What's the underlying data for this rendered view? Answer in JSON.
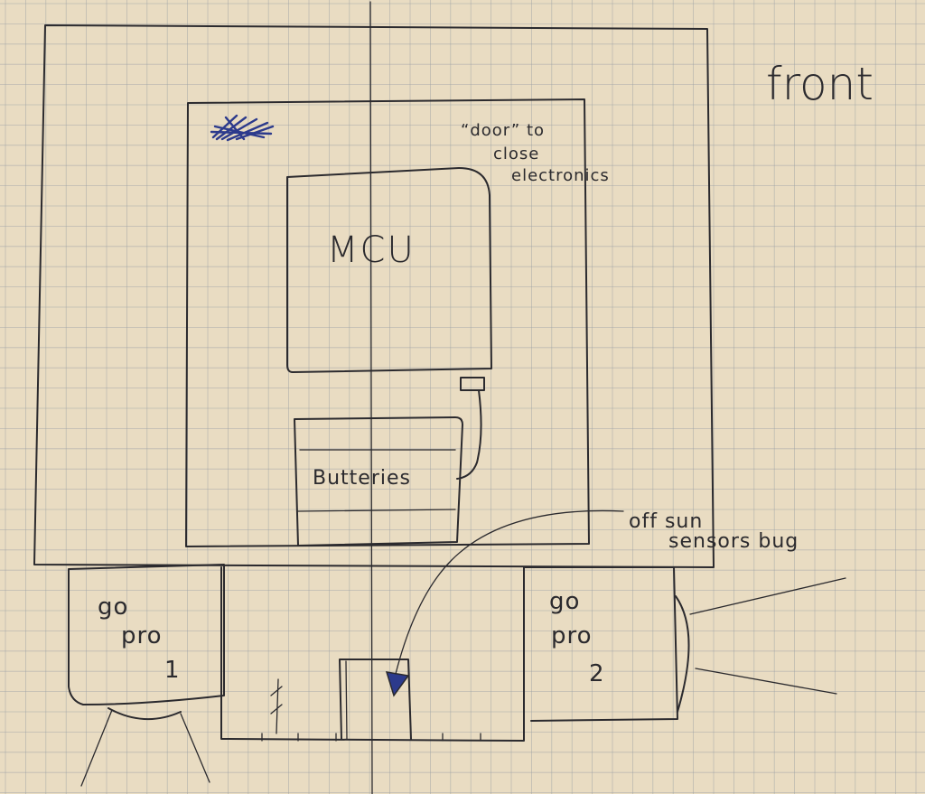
{
  "labels": {
    "front": "front",
    "door_line1": "“door” to",
    "door_line2": "close",
    "door_line3": "electronics",
    "mcu": "MCU",
    "batteries": "Butteries",
    "sensor_line1": "off sun",
    "sensor_line2": "sensors bug",
    "gopro1_line1": "go",
    "gopro1_line2": "pro",
    "gopro1_line3": "1",
    "gopro2_line1": "go",
    "gopro2_line2": "pro",
    "gopro2_line3": "2"
  },
  "colors": {
    "paper": "#e9dcc2",
    "grid": "#9aa0a4",
    "ink": "#2b2a2e",
    "blue_ink": "#2c3a8c"
  }
}
